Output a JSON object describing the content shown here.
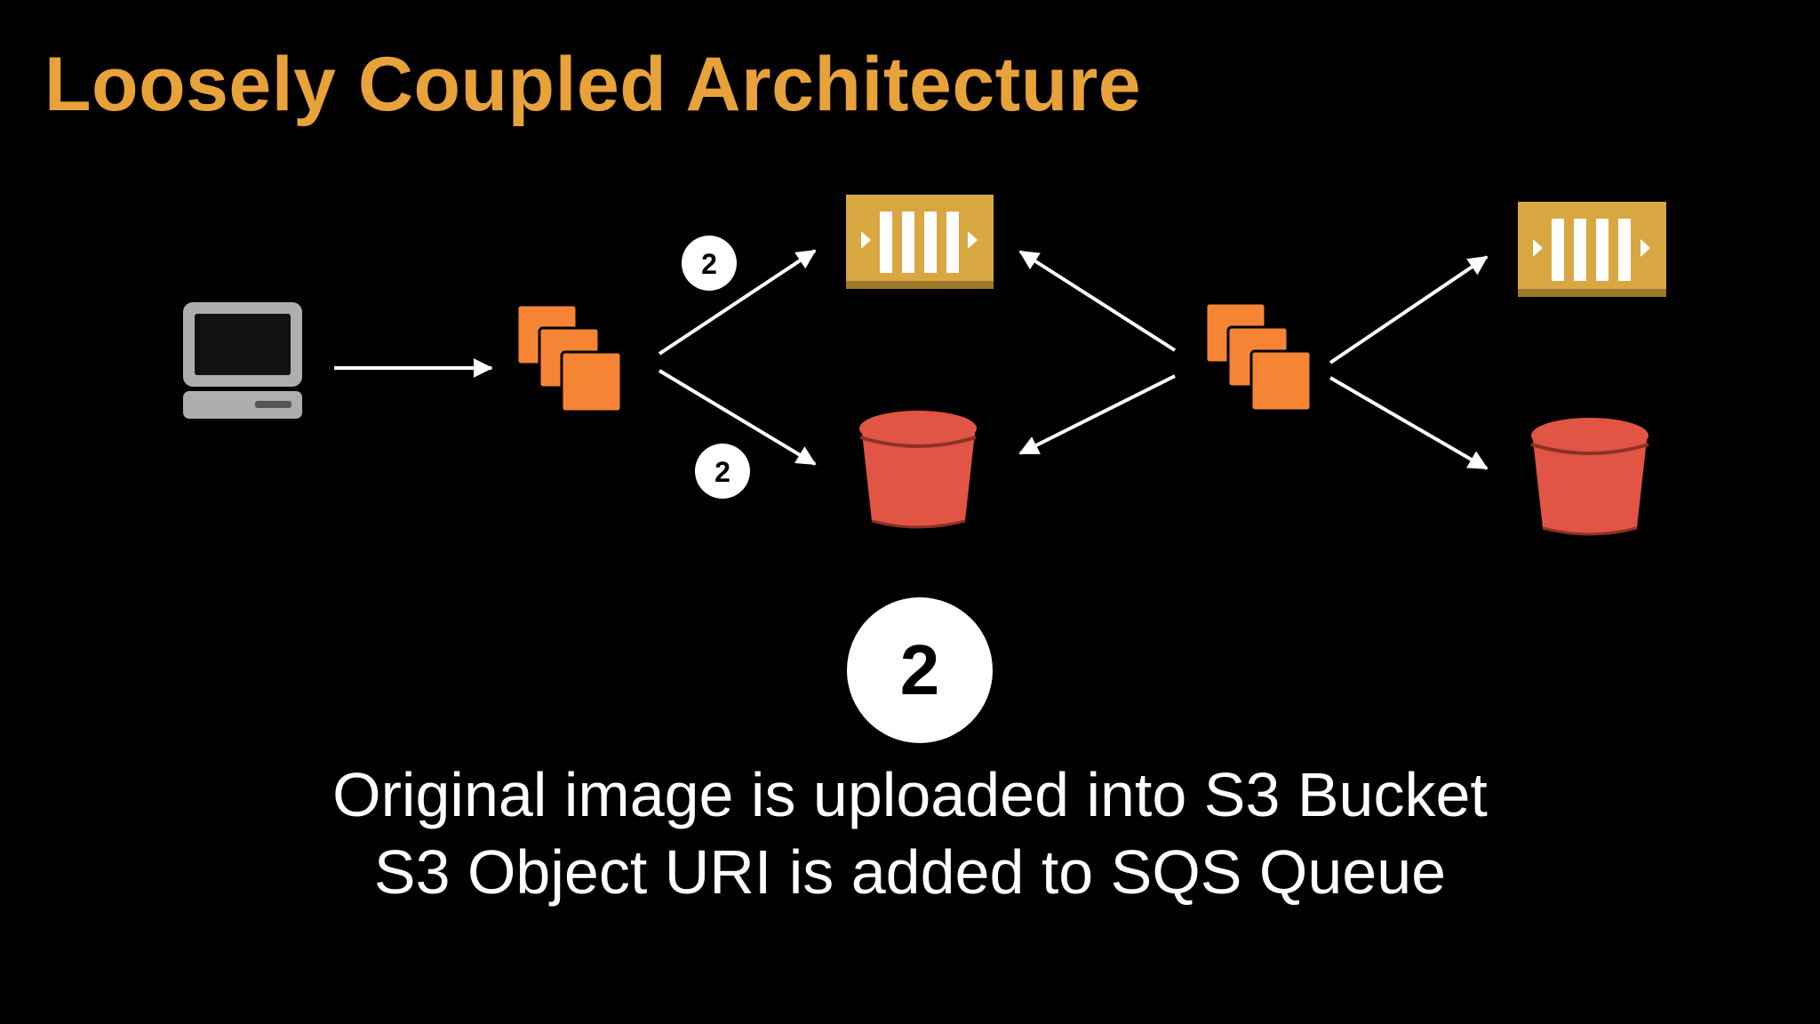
{
  "slide": {
    "title": "Loosely Coupled Architecture",
    "step_number": "2",
    "caption_lines": [
      "Original image is uploaded into S3 Bucket",
      "S3 Object URI is added to SQS Queue"
    ]
  },
  "diagram": {
    "nodes": [
      {
        "id": "client",
        "icon": "laptop-icon"
      },
      {
        "id": "web-tier",
        "icon": "ec2-instances-icon"
      },
      {
        "id": "sqs-queue-1",
        "icon": "sqs-queue-icon"
      },
      {
        "id": "s3-bucket-1",
        "icon": "s3-bucket-icon"
      },
      {
        "id": "worker-tier",
        "icon": "ec2-instances-icon"
      },
      {
        "id": "sqs-queue-2",
        "icon": "sqs-queue-icon"
      },
      {
        "id": "s3-bucket-2",
        "icon": "s3-bucket-icon"
      }
    ],
    "edges": [
      {
        "from": "client",
        "to": "web-tier"
      },
      {
        "from": "web-tier",
        "to": "sqs-queue-1",
        "step_label": "2"
      },
      {
        "from": "web-tier",
        "to": "s3-bucket-1",
        "step_label": "2"
      },
      {
        "from": "worker-tier",
        "to": "sqs-queue-1"
      },
      {
        "from": "worker-tier",
        "to": "s3-bucket-1"
      },
      {
        "from": "worker-tier",
        "to": "sqs-queue-2"
      },
      {
        "from": "worker-tier",
        "to": "s3-bucket-2"
      }
    ]
  },
  "colors": {
    "background": "#000000",
    "title": "#e8a23a",
    "ec2_orange": "#f58534",
    "ec2_orange_dark": "#d9662b",
    "sqs_gold": "#d9a741",
    "sqs_gold_dark": "#9c7a2a",
    "s3_red": "#e25444",
    "s3_red_dark": "#8c3123",
    "laptop_gray": "#aeaeae",
    "arrow": "#ffffff"
  }
}
